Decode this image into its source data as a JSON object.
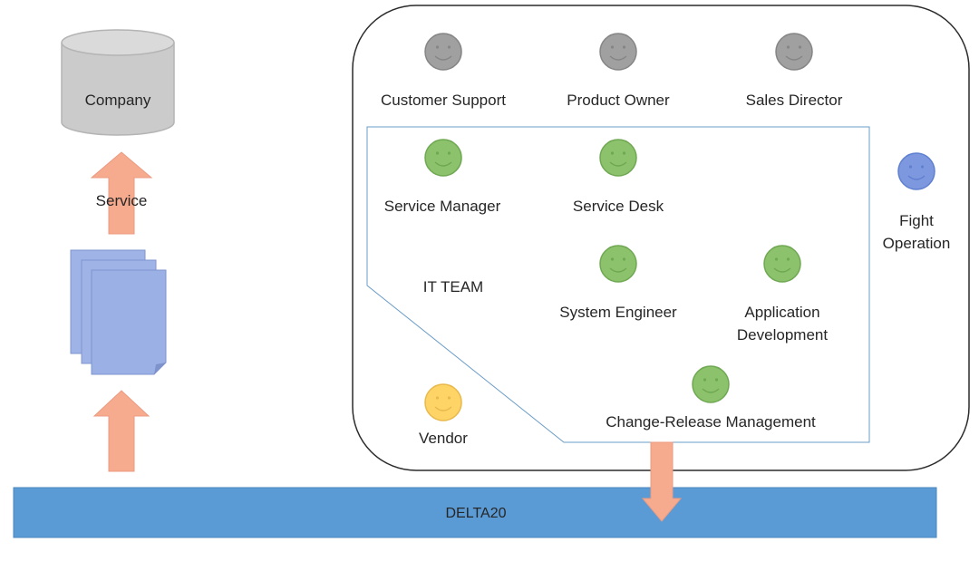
{
  "company": {
    "label": "Company"
  },
  "service": {
    "label": "Service"
  },
  "platform": {
    "label": "DELTA20"
  },
  "team_label": "IT TEAM",
  "colors": {
    "gray": "#a0a0a0",
    "green": "#8cc26b",
    "blue": "#7e98e0",
    "yellow": "#ffd466",
    "arrow": "#f7ab8e",
    "bar": "#5b9bd5",
    "docs": "#9bb0e4"
  },
  "people": {
    "customer_support": {
      "label": "Customer Support",
      "color": "gray"
    },
    "product_owner": {
      "label": "Product Owner",
      "color": "gray"
    },
    "sales_director": {
      "label": "Sales Director",
      "color": "gray"
    },
    "service_manager": {
      "label": "Service Manager",
      "color": "green"
    },
    "service_desk": {
      "label": "Service Desk",
      "color": "green"
    },
    "system_engineer": {
      "label": "System Engineer",
      "color": "green"
    },
    "application_development": {
      "label": "Application\nDevelopment",
      "color": "green"
    },
    "change_release": {
      "label": "Change-Release Management",
      "color": "green"
    },
    "fight_operation": {
      "label": "Fight\nOperation",
      "color": "blue"
    },
    "vendor": {
      "label": "Vendor",
      "color": "yellow"
    }
  }
}
